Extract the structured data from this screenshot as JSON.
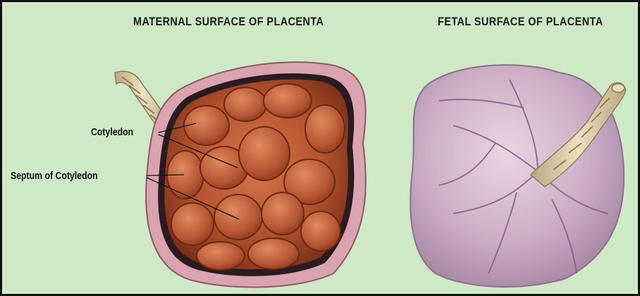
{
  "titles": {
    "maternal": "MATERNAL SURFACE OF PLACENTA",
    "fetal": "FETAL SURFACE OF PLACENTA"
  },
  "labels": {
    "cotyledon": "Cotyledon",
    "septum": "Septum of Cotyledon"
  },
  "colors": {
    "background": "#cfe9c6",
    "maternal_tissue": "#b4532f",
    "fetal_membrane": "#cdb0c8",
    "cord": "#d9c9a0"
  }
}
